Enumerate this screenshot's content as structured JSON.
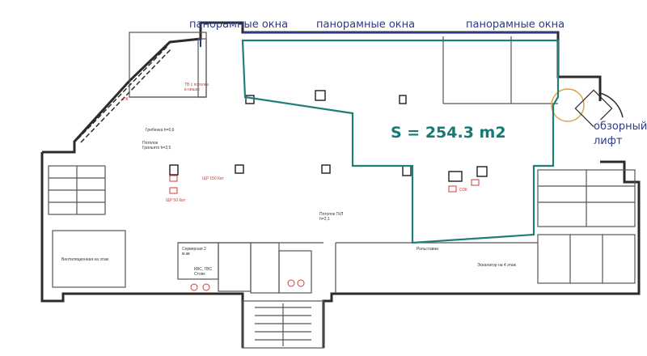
{
  "labels": {
    "window_left": "панорамные окна",
    "window_center": "панорамные окна",
    "window_right": "панорамные окна",
    "area": "S = 254.3 m2",
    "lift_line1": "обзорный",
    "lift_line2": "лифт"
  },
  "notes": {
    "comb": "Гребенка h=0,6",
    "ceiling_grilyato": "Потолок Грильято h=2,5",
    "ceiling_gkl": "Потолок ГКЛ h=2,1",
    "server": "Серверная 2 м.кв",
    "kvs": "КВС, ГВС Стояк",
    "vent": "Вентиляционная на этаж",
    "escalator": "Эскалатор на 4 этаж",
    "roll": "Рольставни",
    "tb": "ТВ с потолка в нишах",
    "pk": "ПК",
    "shr1": "ЩР 150 Квт",
    "shr2": "ЩР 50 Квт",
    "osk": "ОЗК"
  },
  "colors": {
    "wall": "#2b2b2b",
    "area_outline": "#1f7f76",
    "label_blue": "#2a3a8c",
    "area_text": "#147a72",
    "fire_red": "#d23a3a",
    "lift_ring": "#e0a050"
  }
}
